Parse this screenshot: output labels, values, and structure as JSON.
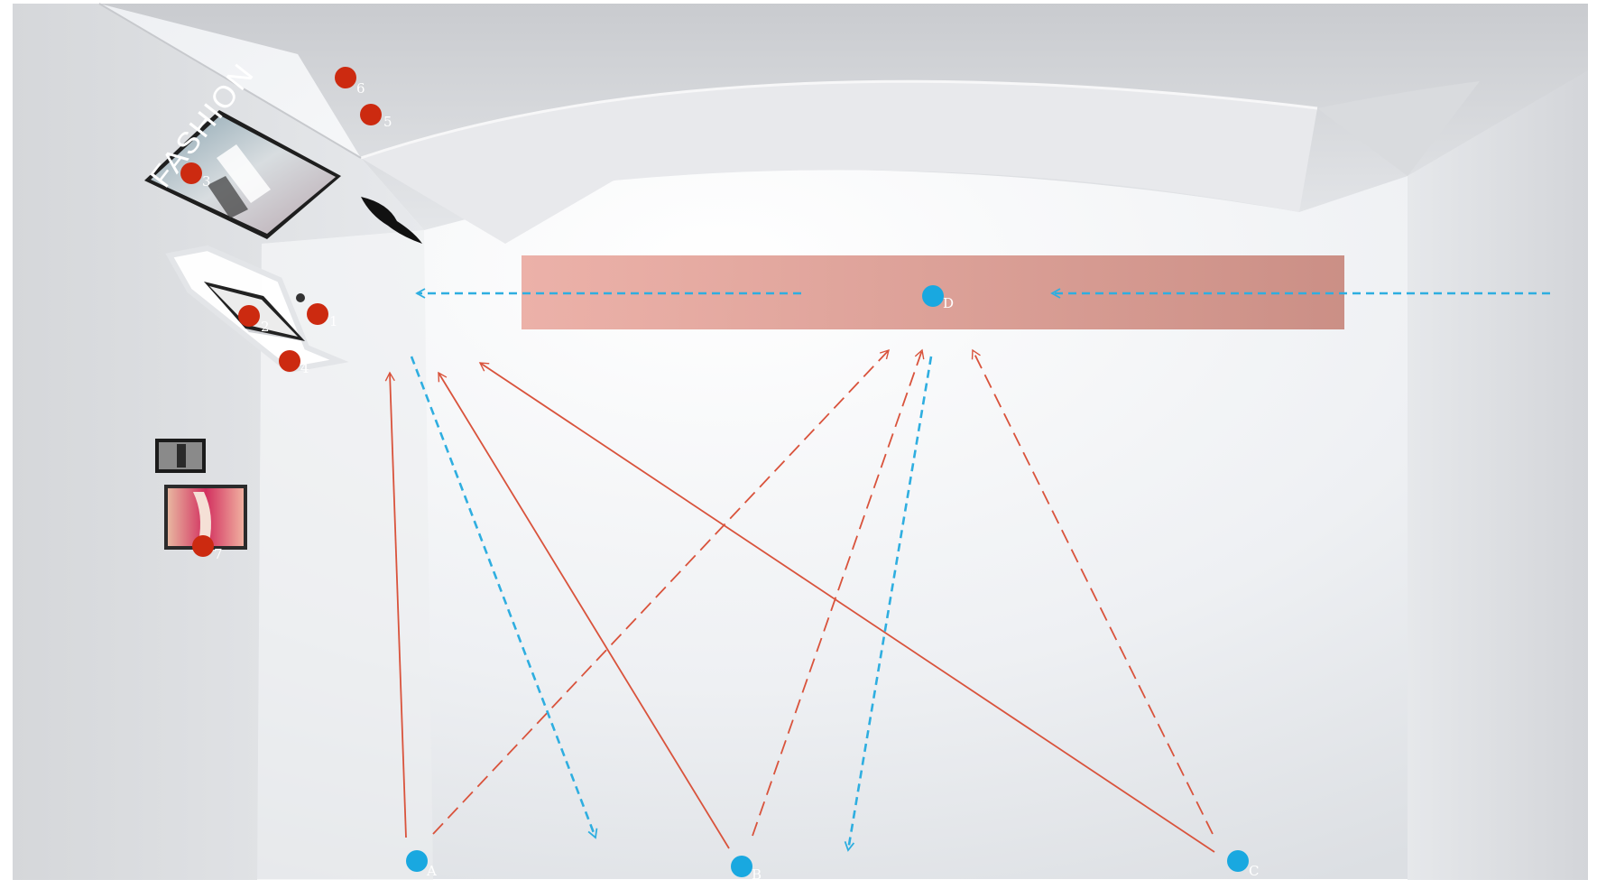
{
  "scene": {
    "poster_text": "FASHION",
    "colors": {
      "hotspot": "#cc2a10",
      "viewpoint": "#19a8e0",
      "red_arrow": "#d9533c",
      "blue_arrow": "#2eaee0",
      "highlight_band": "#d98878"
    }
  },
  "hotspots": [
    {
      "id": "hotspot-1",
      "label": "1"
    },
    {
      "id": "hotspot-2",
      "label": "2"
    },
    {
      "id": "hotspot-3",
      "label": "3"
    },
    {
      "id": "hotspot-4",
      "label": "4"
    },
    {
      "id": "hotspot-5",
      "label": "5"
    },
    {
      "id": "hotspot-6",
      "label": "6"
    },
    {
      "id": "hotspot-7",
      "label": "7"
    }
  ],
  "viewpoints": [
    {
      "id": "viewpoint-a",
      "label": "A"
    },
    {
      "id": "viewpoint-b",
      "label": "B"
    },
    {
      "id": "viewpoint-c",
      "label": "C"
    },
    {
      "id": "viewpoint-d",
      "label": "D"
    }
  ]
}
